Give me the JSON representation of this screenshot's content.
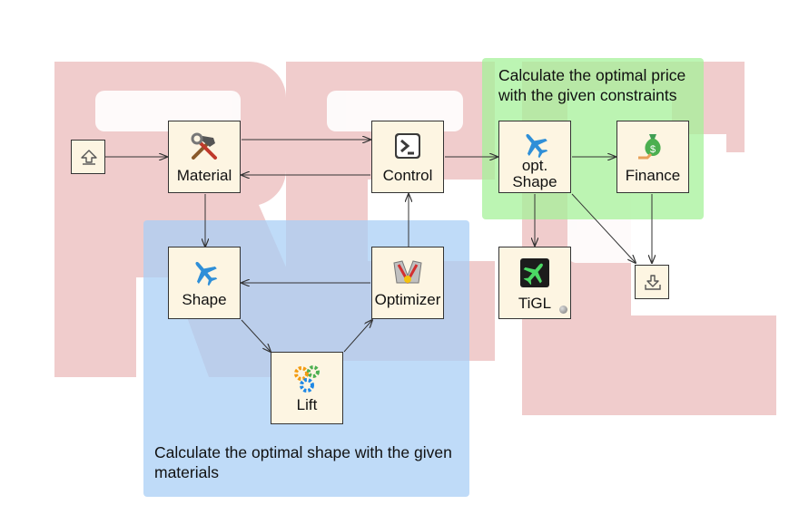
{
  "groups": {
    "shape_group": {
      "label": "Calculate the optimal shape with the given\nmaterials",
      "color": "#a9cff5"
    },
    "price_group": {
      "label": "Calculate the optimal price\nwith the given constraints",
      "color": "#a6f29a"
    }
  },
  "nodes": {
    "material": {
      "label": "Material",
      "icon": "hammer-wrench-icon"
    },
    "control": {
      "label": "Control",
      "icon": "terminal-icon"
    },
    "opt_shape": {
      "label": "opt.\nShape",
      "icon": "airplane-icon"
    },
    "finance": {
      "label": "Finance",
      "icon": "money-bag-icon"
    },
    "shape": {
      "label": "Shape",
      "icon": "airplane-icon"
    },
    "optimizer": {
      "label": "Optimizer",
      "icon": "optimizer-icon"
    },
    "tigl": {
      "label": "TiGL",
      "icon": "tigl-airplane-icon"
    },
    "lift": {
      "label": "Lift",
      "icon": "gears-icon"
    }
  },
  "ports": {
    "input": {
      "icon": "upload-icon"
    },
    "output": {
      "icon": "download-icon"
    }
  },
  "watermark": {
    "color": "#e8a8a8"
  }
}
